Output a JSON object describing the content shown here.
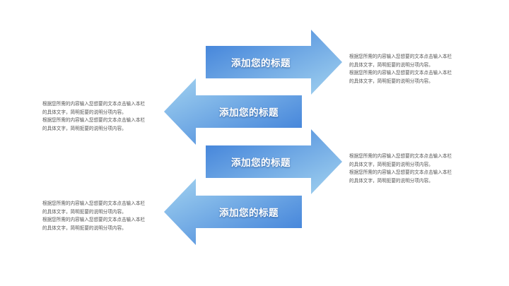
{
  "colors": {
    "arrow_dark": "#3a7cd8",
    "arrow_light": "#a3d3f0",
    "text": "#555555"
  },
  "items": [
    {
      "title": "添加您的标题",
      "lines": [
        "根据您所需的内容输入您想要的文本点击输入本栏",
        "的具体文字，简明扼要的说明分项内容。",
        "根据您所需的内容输入您想要的文本点击输入本栏",
        "的具体文字，简明扼要的说明分项内容。"
      ]
    },
    {
      "title": "添加您的标题",
      "lines": [
        "根据您所需的内容输入您想要的文本点击输入本栏",
        "的具体文字，简明扼要的说明分项内容。",
        "根据您所需的内容输入您想要的文本点击输入本栏",
        "的具体文字，简明扼要的说明分项内容。"
      ]
    },
    {
      "title": "添加您的标题",
      "lines": [
        "根据您所需的内容输入您想要的文本点击输入本栏",
        "的具体文字，简明扼要的说明分项内容。",
        "根据您所需的内容输入您想要的文本点击输入本栏",
        "的具体文字，简明扼要的说明分项内容。"
      ]
    },
    {
      "title": "添加您的标题",
      "lines": [
        "根据您所需的内容输入您想要的文本点击输入本栏",
        "的具体文字，简明扼要的说明分项内容。",
        "根据您所需的内容输入您想要的文本点击输入本栏",
        "的具体文字，简明扼要的说明分项内容。"
      ]
    }
  ]
}
